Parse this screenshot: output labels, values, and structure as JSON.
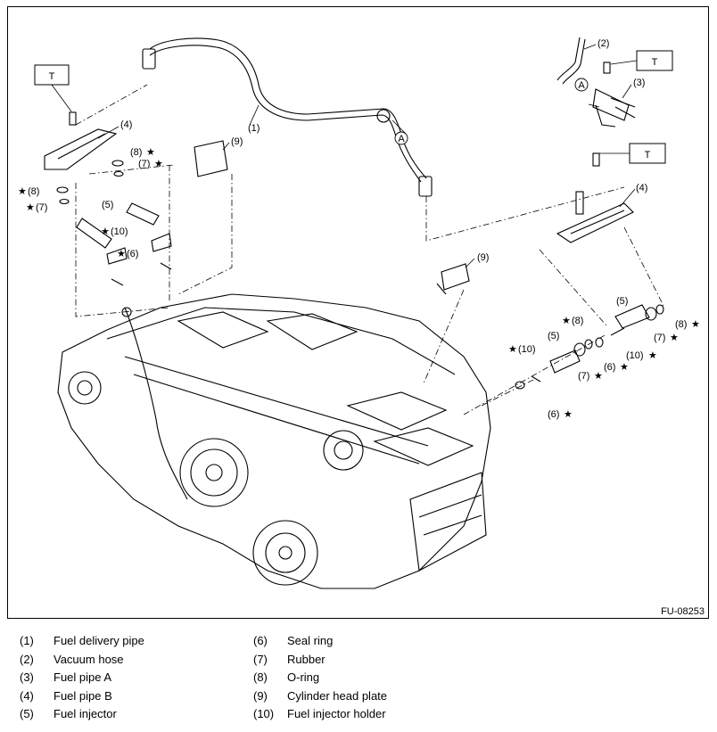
{
  "diagram": {
    "reference_code": "FU-08253",
    "torque_marker": "T",
    "view_marker": "A",
    "star": "★",
    "callouts": {
      "c1": "(1)",
      "c2": "(2)",
      "c3": "(3)",
      "c4_left": "(4)",
      "c4_right": "(4)",
      "c5_left": "(5)",
      "c5_right_a": "(5)",
      "c5_right_b": "(5)",
      "c6_left": "(6)",
      "c6_right_a": "(6)",
      "c6_right_b": "(6)",
      "c7_left_a": "(7)",
      "c7_left_b": "(7)",
      "c7_right_a": "(7)",
      "c7_right_b": "(7)",
      "c8_left_a": "(8)",
      "c8_left_b": "(8)",
      "c8_right_a": "(8)",
      "c8_right_b": "(8)",
      "c9_left": "(9)",
      "c9_right": "(9)",
      "c10_left": "(10)",
      "c10_right_a": "(10)",
      "c10_right_b": "(10)"
    }
  },
  "legend": [
    {
      "num": "(1)",
      "label": "Fuel delivery pipe"
    },
    {
      "num": "(2)",
      "label": "Vacuum hose"
    },
    {
      "num": "(3)",
      "label": "Fuel pipe A"
    },
    {
      "num": "(4)",
      "label": "Fuel pipe B"
    },
    {
      "num": "(5)",
      "label": "Fuel injector"
    },
    {
      "num": "(6)",
      "label": "Seal ring"
    },
    {
      "num": "(7)",
      "label": "Rubber"
    },
    {
      "num": "(8)",
      "label": "O-ring"
    },
    {
      "num": "(9)",
      "label": "Cylinder head plate"
    },
    {
      "num": "(10)",
      "label": "Fuel injector holder"
    }
  ]
}
